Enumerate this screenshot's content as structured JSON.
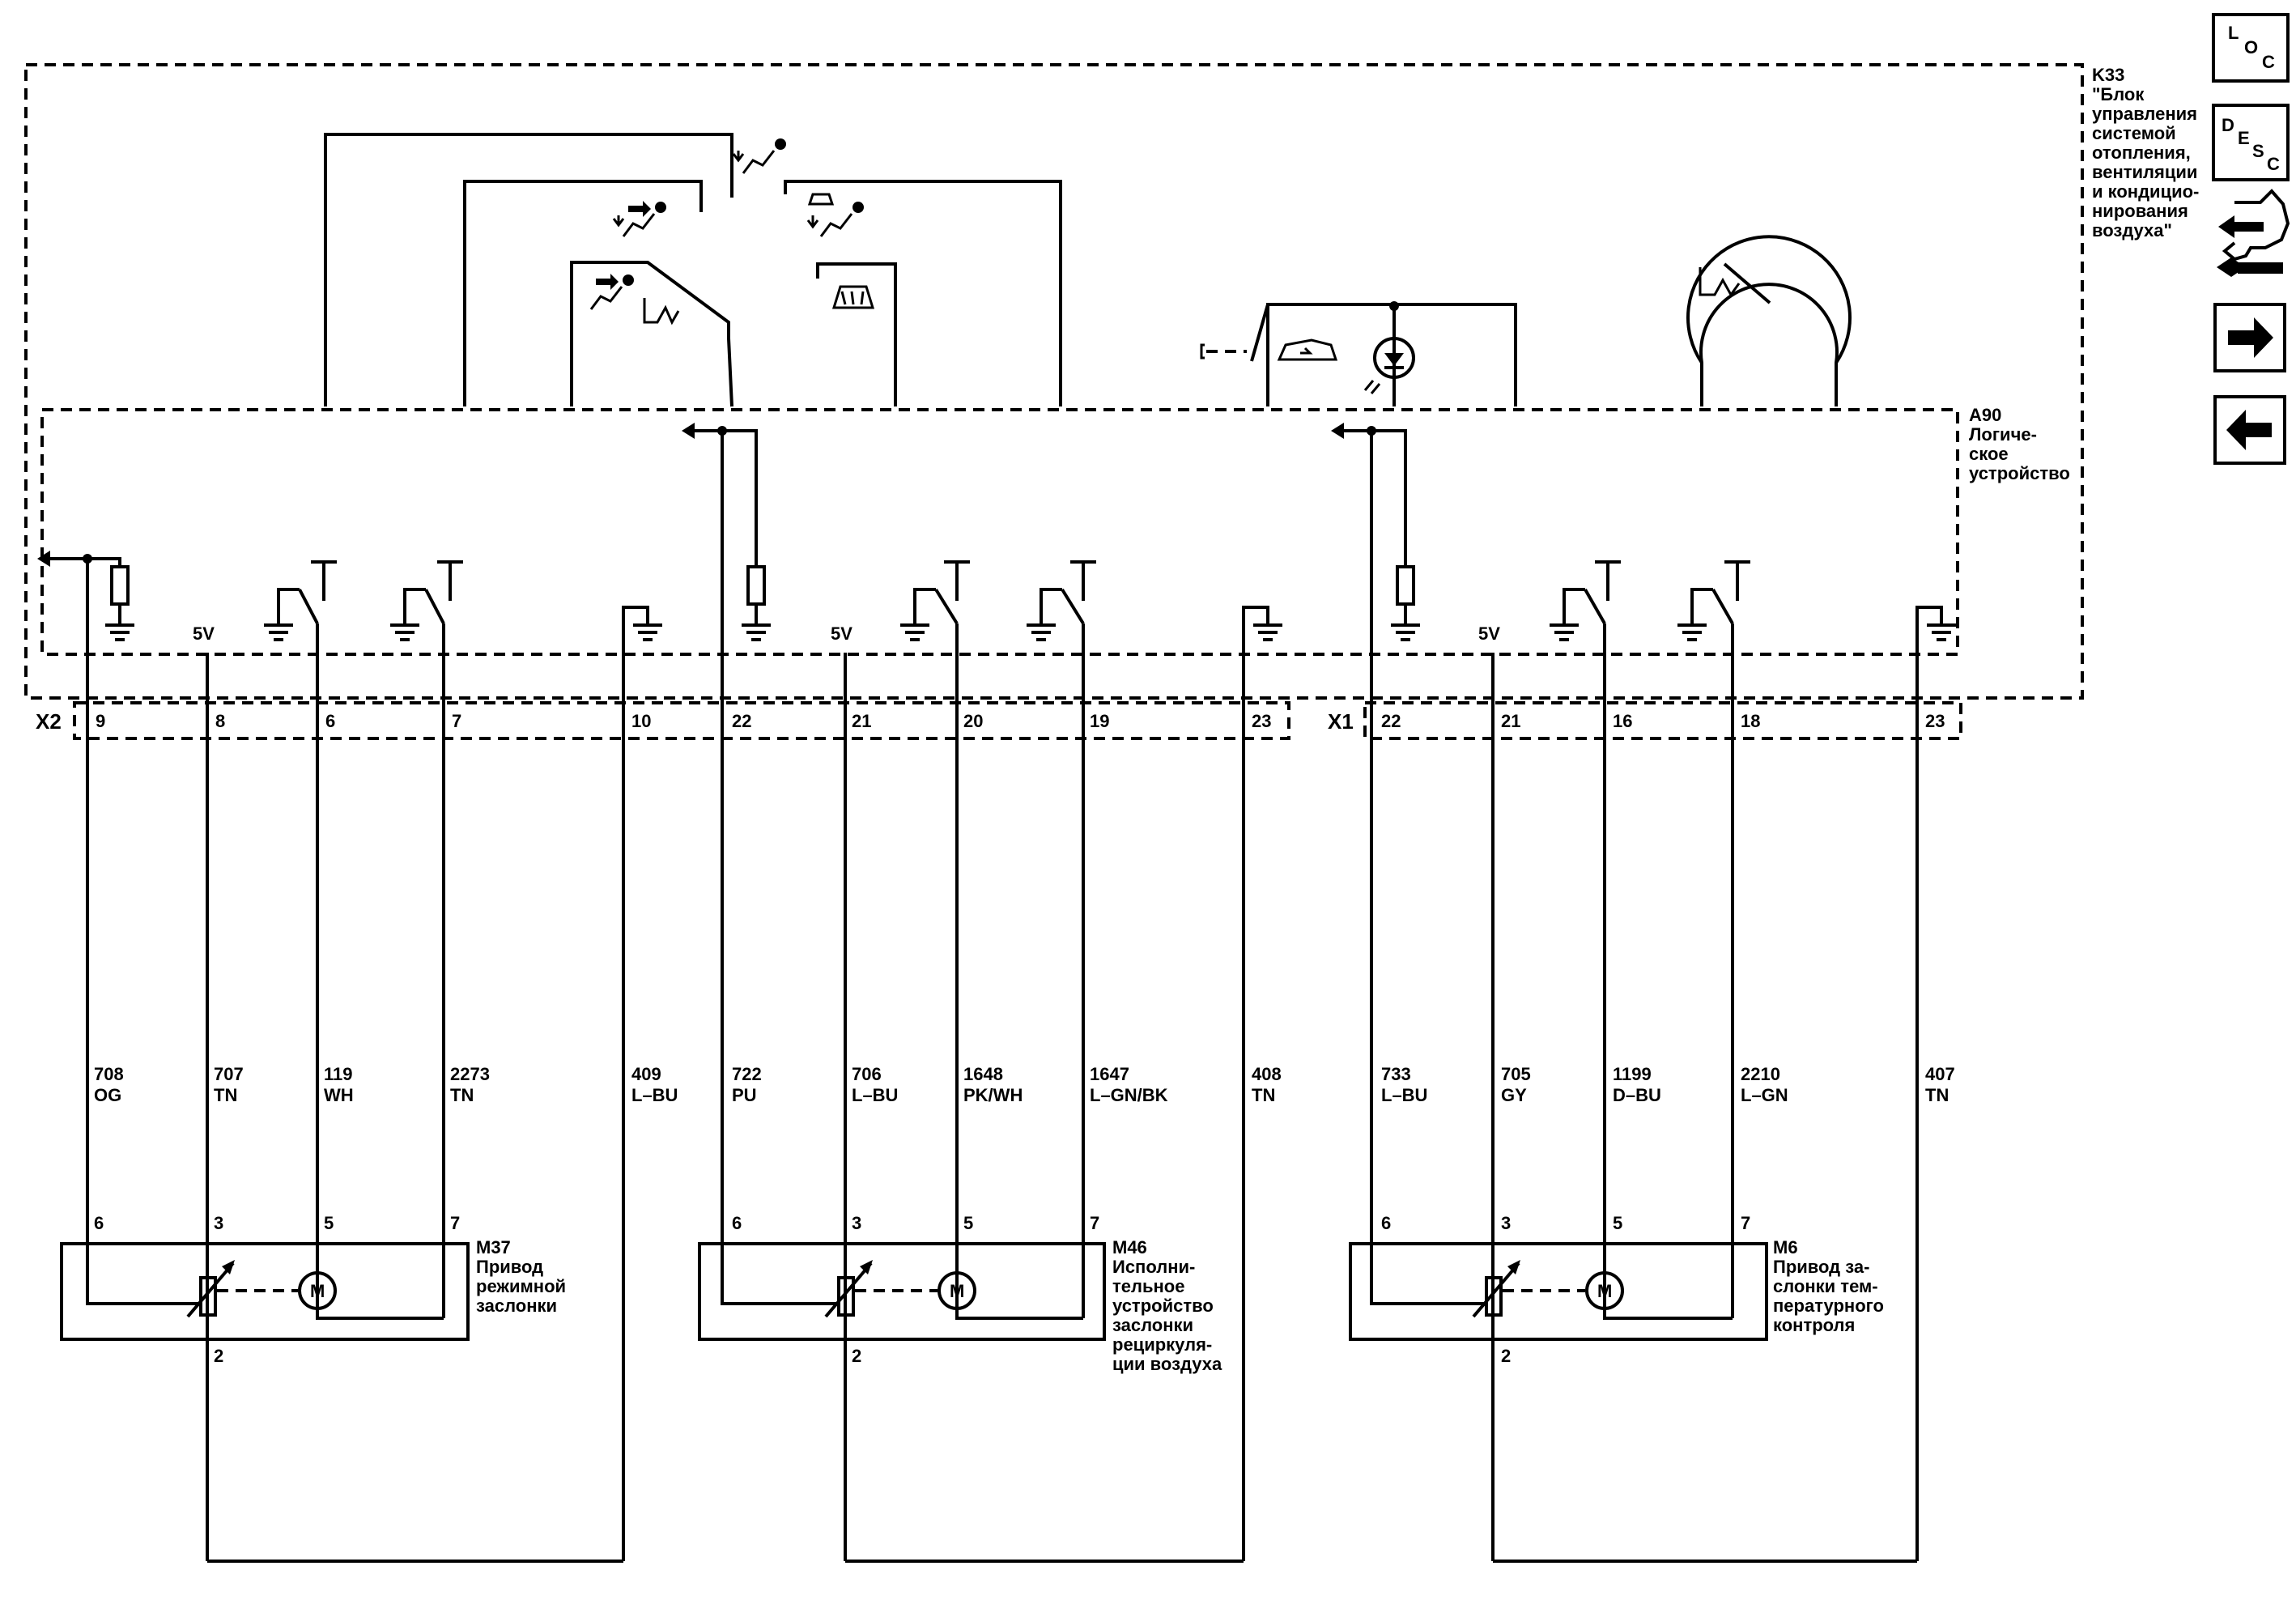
{
  "module": {
    "id": "K33",
    "name": [
      "\"Блок",
      "управления",
      "системой",
      "отопления,",
      "вентиляции",
      "и кондицио-",
      "нирования",
      "воздуха\""
    ]
  },
  "logic": {
    "id": "A90",
    "name": [
      "Логиче-",
      "ское",
      "устройство"
    ]
  },
  "connectors": {
    "x2": "X2",
    "x1": "X1"
  },
  "supply_label": "5V",
  "groups": [
    {
      "pins": [
        "9",
        "8",
        "6",
        "7",
        "10"
      ],
      "wires": [
        {
          "circuit": "708",
          "color": "OG"
        },
        {
          "circuit": "707",
          "color": "TN"
        },
        {
          "circuit": "119",
          "color": "WH"
        },
        {
          "circuit": "2273",
          "color": "TN"
        },
        {
          "circuit": "409",
          "color": "L–BU"
        }
      ],
      "actuator_pins": [
        "6",
        "3",
        "5",
        "7",
        "2"
      ],
      "actuator": {
        "id": "M37",
        "name": [
          "Привод",
          "режимной",
          "заслонки"
        ]
      }
    },
    {
      "pins": [
        "22",
        "21",
        "20",
        "19",
        "23"
      ],
      "wires": [
        {
          "circuit": "722",
          "color": "PU"
        },
        {
          "circuit": "706",
          "color": "L–BU"
        },
        {
          "circuit": "1648",
          "color": "PK/WH"
        },
        {
          "circuit": "1647",
          "color": "L–GN/BK"
        },
        {
          "circuit": "408",
          "color": "TN"
        }
      ],
      "actuator_pins": [
        "6",
        "3",
        "5",
        "7",
        "2"
      ],
      "actuator": {
        "id": "M46",
        "name": [
          "Исполни-",
          "тельное",
          "устройство",
          "заслонки",
          "рециркуля-",
          "ции воздуха"
        ]
      }
    },
    {
      "pins": [
        "22",
        "21",
        "16",
        "18",
        "23"
      ],
      "wires": [
        {
          "circuit": "733",
          "color": "L–BU"
        },
        {
          "circuit": "705",
          "color": "GY"
        },
        {
          "circuit": "1199",
          "color": "D–BU"
        },
        {
          "circuit": "2210",
          "color": "L–GN"
        },
        {
          "circuit": "407",
          "color": "TN"
        }
      ],
      "actuator_pins": [
        "6",
        "3",
        "5",
        "7",
        "2"
      ],
      "actuator": {
        "id": "M6",
        "name": [
          "Привод за-",
          "слонки тем-",
          "пературного",
          "контроля"
        ]
      }
    }
  ],
  "motor_label": "M",
  "nav": {
    "loc": {
      "l": "L",
      "o": "O",
      "c": "C"
    },
    "desc": {
      "d": "D",
      "e": "E",
      "s": "S",
      "c": "C"
    },
    "icons": [
      "connector-end-view-icon",
      "next-page-icon",
      "previous-page-icon"
    ]
  }
}
